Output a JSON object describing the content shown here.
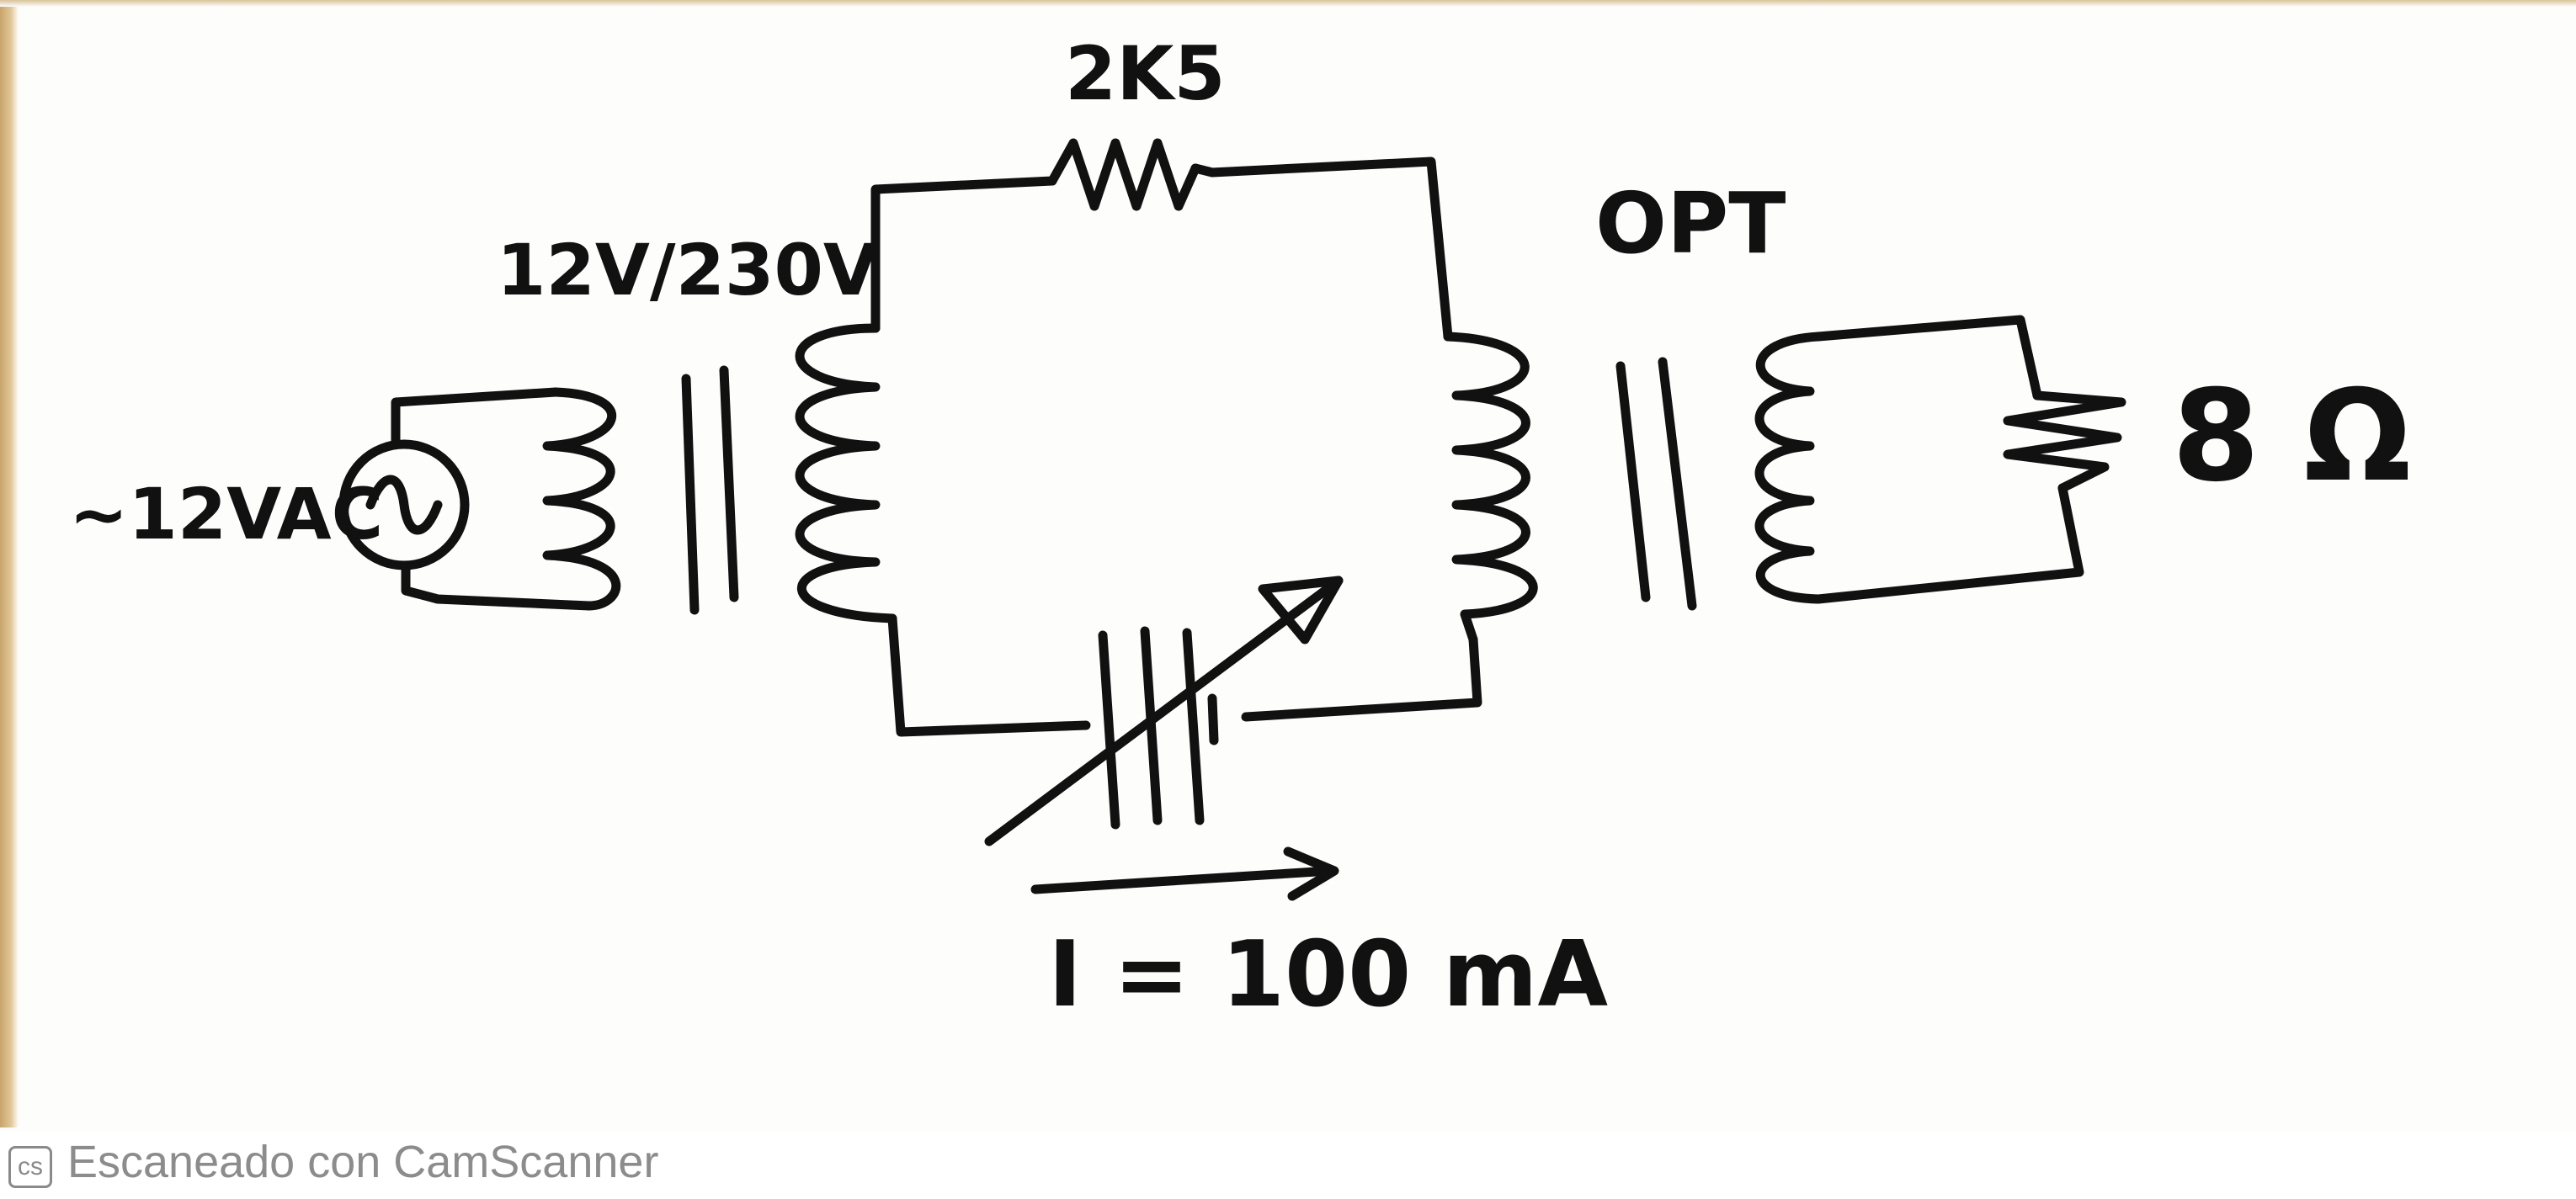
{
  "diagram": {
    "labels": {
      "source": "~12VAC",
      "transformer": "12V/230V",
      "resistor": "2K5",
      "output_transformer": "OPT",
      "load": "8 Ω",
      "current": "I = 100 mA"
    }
  },
  "watermark": {
    "badge": "cs",
    "text": "Escaneado con CamScanner"
  },
  "colors": {
    "ink": "#111111",
    "paper": "#fdfdfc",
    "watermark": "#8c8c8c"
  }
}
